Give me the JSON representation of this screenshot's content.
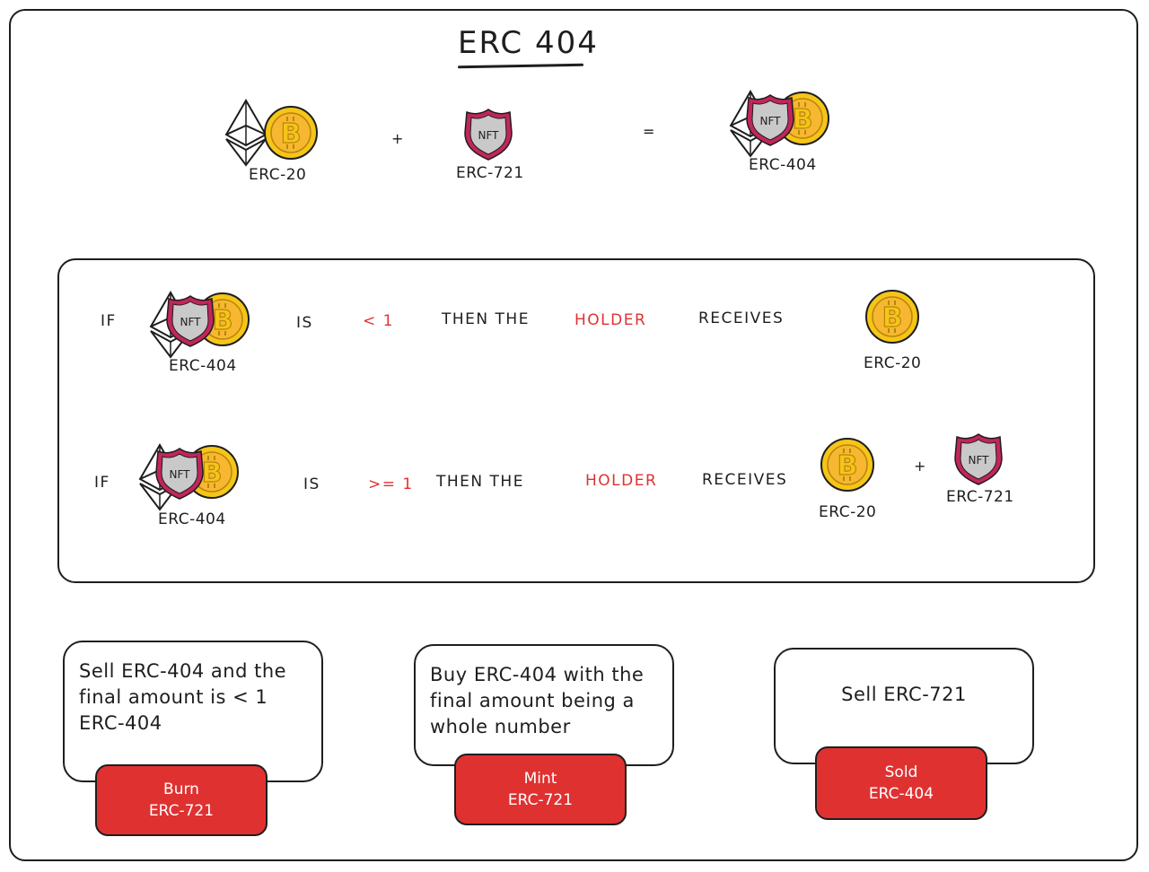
{
  "title": "ERC 404",
  "equation": {
    "left_label": "ERC-20",
    "plus": "+",
    "middle_label": "ERC-721",
    "equals": "=",
    "result_label": "ERC-404",
    "nft_text": "NFT"
  },
  "rules": [
    {
      "if_word": "IF",
      "token_label": "ERC-404",
      "is_word": "IS",
      "condition": "< 1",
      "then_word": "THEN THE",
      "holder_word": "HOLDER",
      "receives_word": "RECEIVES",
      "receive_label_1": "ERC-20"
    },
    {
      "if_word": "IF",
      "token_label": "ERC-404",
      "is_word": "IS",
      "condition": ">= 1",
      "then_word": "THEN THE",
      "holder_word": "HOLDER",
      "receives_word": "RECEIVES",
      "receive_label_1": "ERC-20",
      "plus": "+",
      "receive_label_2": "ERC-721"
    }
  ],
  "cards": [
    {
      "text": "Sell ERC-404 and the final amount is < 1 ERC-404",
      "action": "Burn\nERC-721"
    },
    {
      "text": "Buy ERC-404 with the final amount being a whole number",
      "action": "Mint\nERC-721"
    },
    {
      "text": "Sell ERC-721",
      "action": "Sold\nERC-404"
    }
  ],
  "colors": {
    "accent_red": "#e03131",
    "coin_gold": "#f5c518",
    "nft_border": "#c2255c",
    "nft_fill": "#c9c9c9",
    "stroke": "#1e1e1e"
  }
}
